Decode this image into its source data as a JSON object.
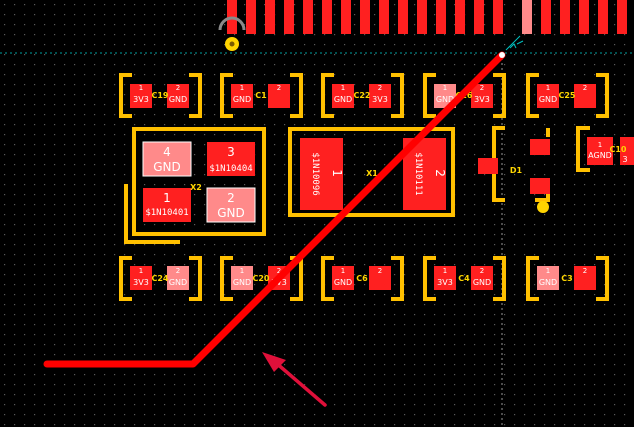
{
  "colors": {
    "background": "#000000",
    "grid": "#5a5a5a",
    "silkscreen": "#ffc000",
    "pad_top": "#ff2020",
    "pad_highlight": "#ff8a8a",
    "track": "#ff0000",
    "guide": "#00a0a0",
    "annotation_arrow": "#e0103a",
    "via_ring": "#ffd400"
  },
  "caps_top": [
    {
      "designator": "C19",
      "pin1": "1",
      "pin1_net": "3V3",
      "pin2": "2",
      "pin2_net": "GND"
    },
    {
      "designator": "C1",
      "pin1": "1",
      "pin1_net": "GND",
      "pin2": "2",
      "pin2_net": ""
    },
    {
      "designator": "C22",
      "pin1": "1",
      "pin1_net": "GND",
      "pin2": "2",
      "pin2_net": "3V3"
    },
    {
      "designator": "C26",
      "pin1": "1",
      "pin1_net": "GND",
      "pin2": "2",
      "pin2_net": "3V3"
    },
    {
      "designator": "C25",
      "pin1": "1",
      "pin1_net": "GND",
      "pin2": "2",
      "pin2_net": ""
    }
  ],
  "caps_bottom": [
    {
      "designator": "C24",
      "pin1": "1",
      "pin1_net": "3V3",
      "pin2": "2",
      "pin2_net": "GND"
    },
    {
      "designator": "C20",
      "pin1": "1",
      "pin1_net": "GND",
      "pin2": "2",
      "pin2_net": "3V3"
    },
    {
      "designator": "C6",
      "pin1": "1",
      "pin1_net": "GND",
      "pin2": "2",
      "pin2_net": ""
    },
    {
      "designator": "C4",
      "pin1": "1",
      "pin1_net": "3V3",
      "pin2": "2",
      "pin2_net": "GND"
    },
    {
      "designator": "C3",
      "pin1": "1",
      "pin1_net": "GND",
      "pin2": "2",
      "pin2_net": ""
    }
  ],
  "x2": {
    "designator": "X2",
    "pads": [
      {
        "num": "4",
        "net": "GND"
      },
      {
        "num": "3",
        "net": "$1N10404"
      },
      {
        "num": "1",
        "net": "$1N10401"
      },
      {
        "num": "2",
        "net": "GND"
      }
    ]
  },
  "x1": {
    "designator": "X1",
    "pads": [
      {
        "num": "1",
        "net": "$1N10096"
      },
      {
        "num": "2",
        "net": "$1N10111"
      }
    ]
  },
  "d1": {
    "designator": "D1"
  },
  "c10": {
    "designator": "C10",
    "pin1": "1",
    "pin1_net": "AGND",
    "pin2_net": "3"
  }
}
